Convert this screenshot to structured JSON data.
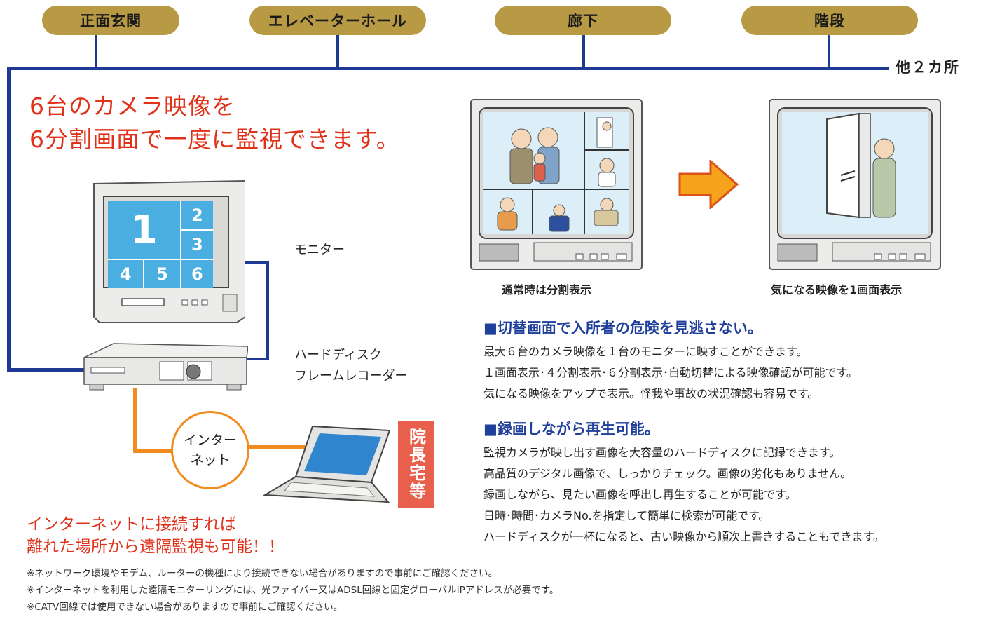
{
  "locations": [
    "正面玄関",
    "エレベーターホール",
    "廊下",
    "階段"
  ],
  "others_label": "他２カ所",
  "headline": [
    "6台のカメラ映像を",
    "6分割画面で一度に監視できます。"
  ],
  "monitor_screen_numbers": [
    "1",
    "2",
    "3",
    "4",
    "5",
    "6"
  ],
  "monitor_label": "モニター",
  "recorder_label": [
    "ハードディスク",
    "フレームレコーダー"
  ],
  "internet_label": [
    "インター",
    "ネット"
  ],
  "director_home_label": "院長宅等",
  "internet_remote_text": [
    "インターネットに接続すれば",
    "離れた場所から遠隔監視も可能！！"
  ],
  "caption_split": "通常時は分割表示",
  "caption_single": "気になる映像を1画面表示",
  "section1": {
    "title": "■切替画面で入所者の危険を見逃さない。",
    "lines": [
      "最大６台のカメラ映像を１台のモニターに映すことができます。",
      "１画面表示･４分割表示･６分割表示･自動切替による映像確認が可能です。",
      "気になる映像をアップで表示。怪我や事故の状況確認も容易です。"
    ]
  },
  "section2": {
    "title": "■録画しながら再生可能。",
    "lines": [
      "監視カメラが映し出す画像を大容量のハードディスクに記録できます。",
      "高品質のデジタル画像で、しっかりチェック。画像の劣化もありません。",
      "録画しながら、見たい画像を呼出し再生することが可能です。",
      "日時･時間･カメラNo.を指定して簡単に検索が可能です。",
      "ハードディスクが一杯になると、古い映像から順次上書きすることもできます。"
    ]
  },
  "notes": [
    "※ネットワーク環境やモデム、ルーターの機種により接続できない場合がありますので事前にご確認ください。",
    "※インターネットを利用した遠隔モニターリングには、光ファイバー又はADSL回線と固定グローバルIPアドレスが必要です。",
    "※CATV回線では使用できない場合がありますので事前にご確認ください。"
  ],
  "colors": {
    "pill": "#b89a44",
    "line_blue": "#1f3a93",
    "line_orange": "#f08c1e",
    "headline_red": "#e0321b",
    "screen_blue": "#4aaee0",
    "section_title_blue": "#1f3f9a",
    "arrow_orange": "#f7a21b",
    "tag_red": "#e8604c"
  }
}
